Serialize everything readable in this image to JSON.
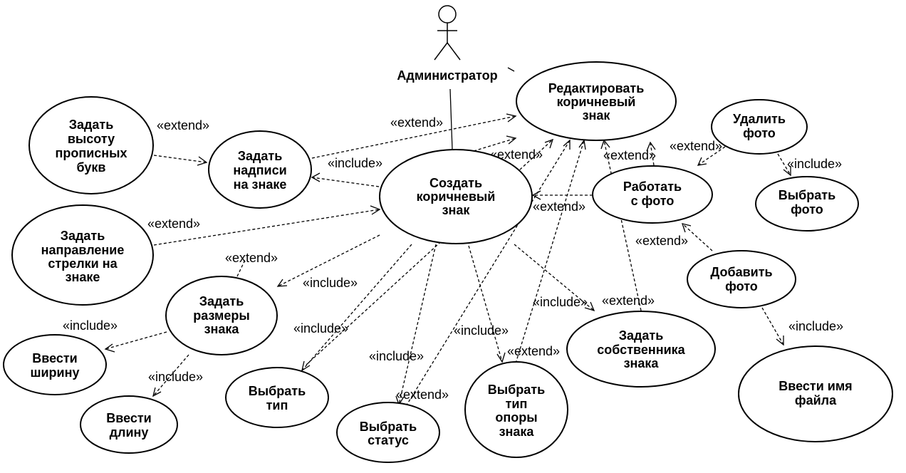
{
  "actor": {
    "label": "Администратор"
  },
  "use_cases": {
    "edit_brown": [
      "Редактировать",
      "коричневый",
      "знак"
    ],
    "create_brown": [
      "Создать",
      "коричневый",
      "знак"
    ],
    "set_caps_height": [
      "Задать",
      "высоту",
      "прописных",
      "букв"
    ],
    "set_inscriptions": [
      "Задать",
      "надписи",
      "на знаке"
    ],
    "set_arrow_dir": [
      "Задать",
      "направление",
      "стрелки на",
      "знаке"
    ],
    "set_sizes": [
      "Задать",
      "размеры",
      "знака"
    ],
    "enter_width": [
      "Ввести",
      "ширину"
    ],
    "enter_length": [
      "Ввести",
      "длину"
    ],
    "choose_type": [
      "Выбрать",
      "тип"
    ],
    "choose_status": [
      "Выбрать",
      "статус"
    ],
    "choose_support": [
      "Выбрать",
      "тип",
      "опоры",
      "знака"
    ],
    "set_owner": [
      "Задать",
      "собственника",
      "знака"
    ],
    "work_photo": [
      "Работать",
      "с фото"
    ],
    "delete_photo": [
      "Удалить",
      "фото"
    ],
    "choose_photo": [
      "Выбрать",
      "фото"
    ],
    "add_photo": [
      "Добавить",
      "фото"
    ],
    "enter_filename": [
      "Ввести имя",
      "файла"
    ]
  },
  "labels": {
    "extend": "«extend»",
    "include": "«include»"
  }
}
